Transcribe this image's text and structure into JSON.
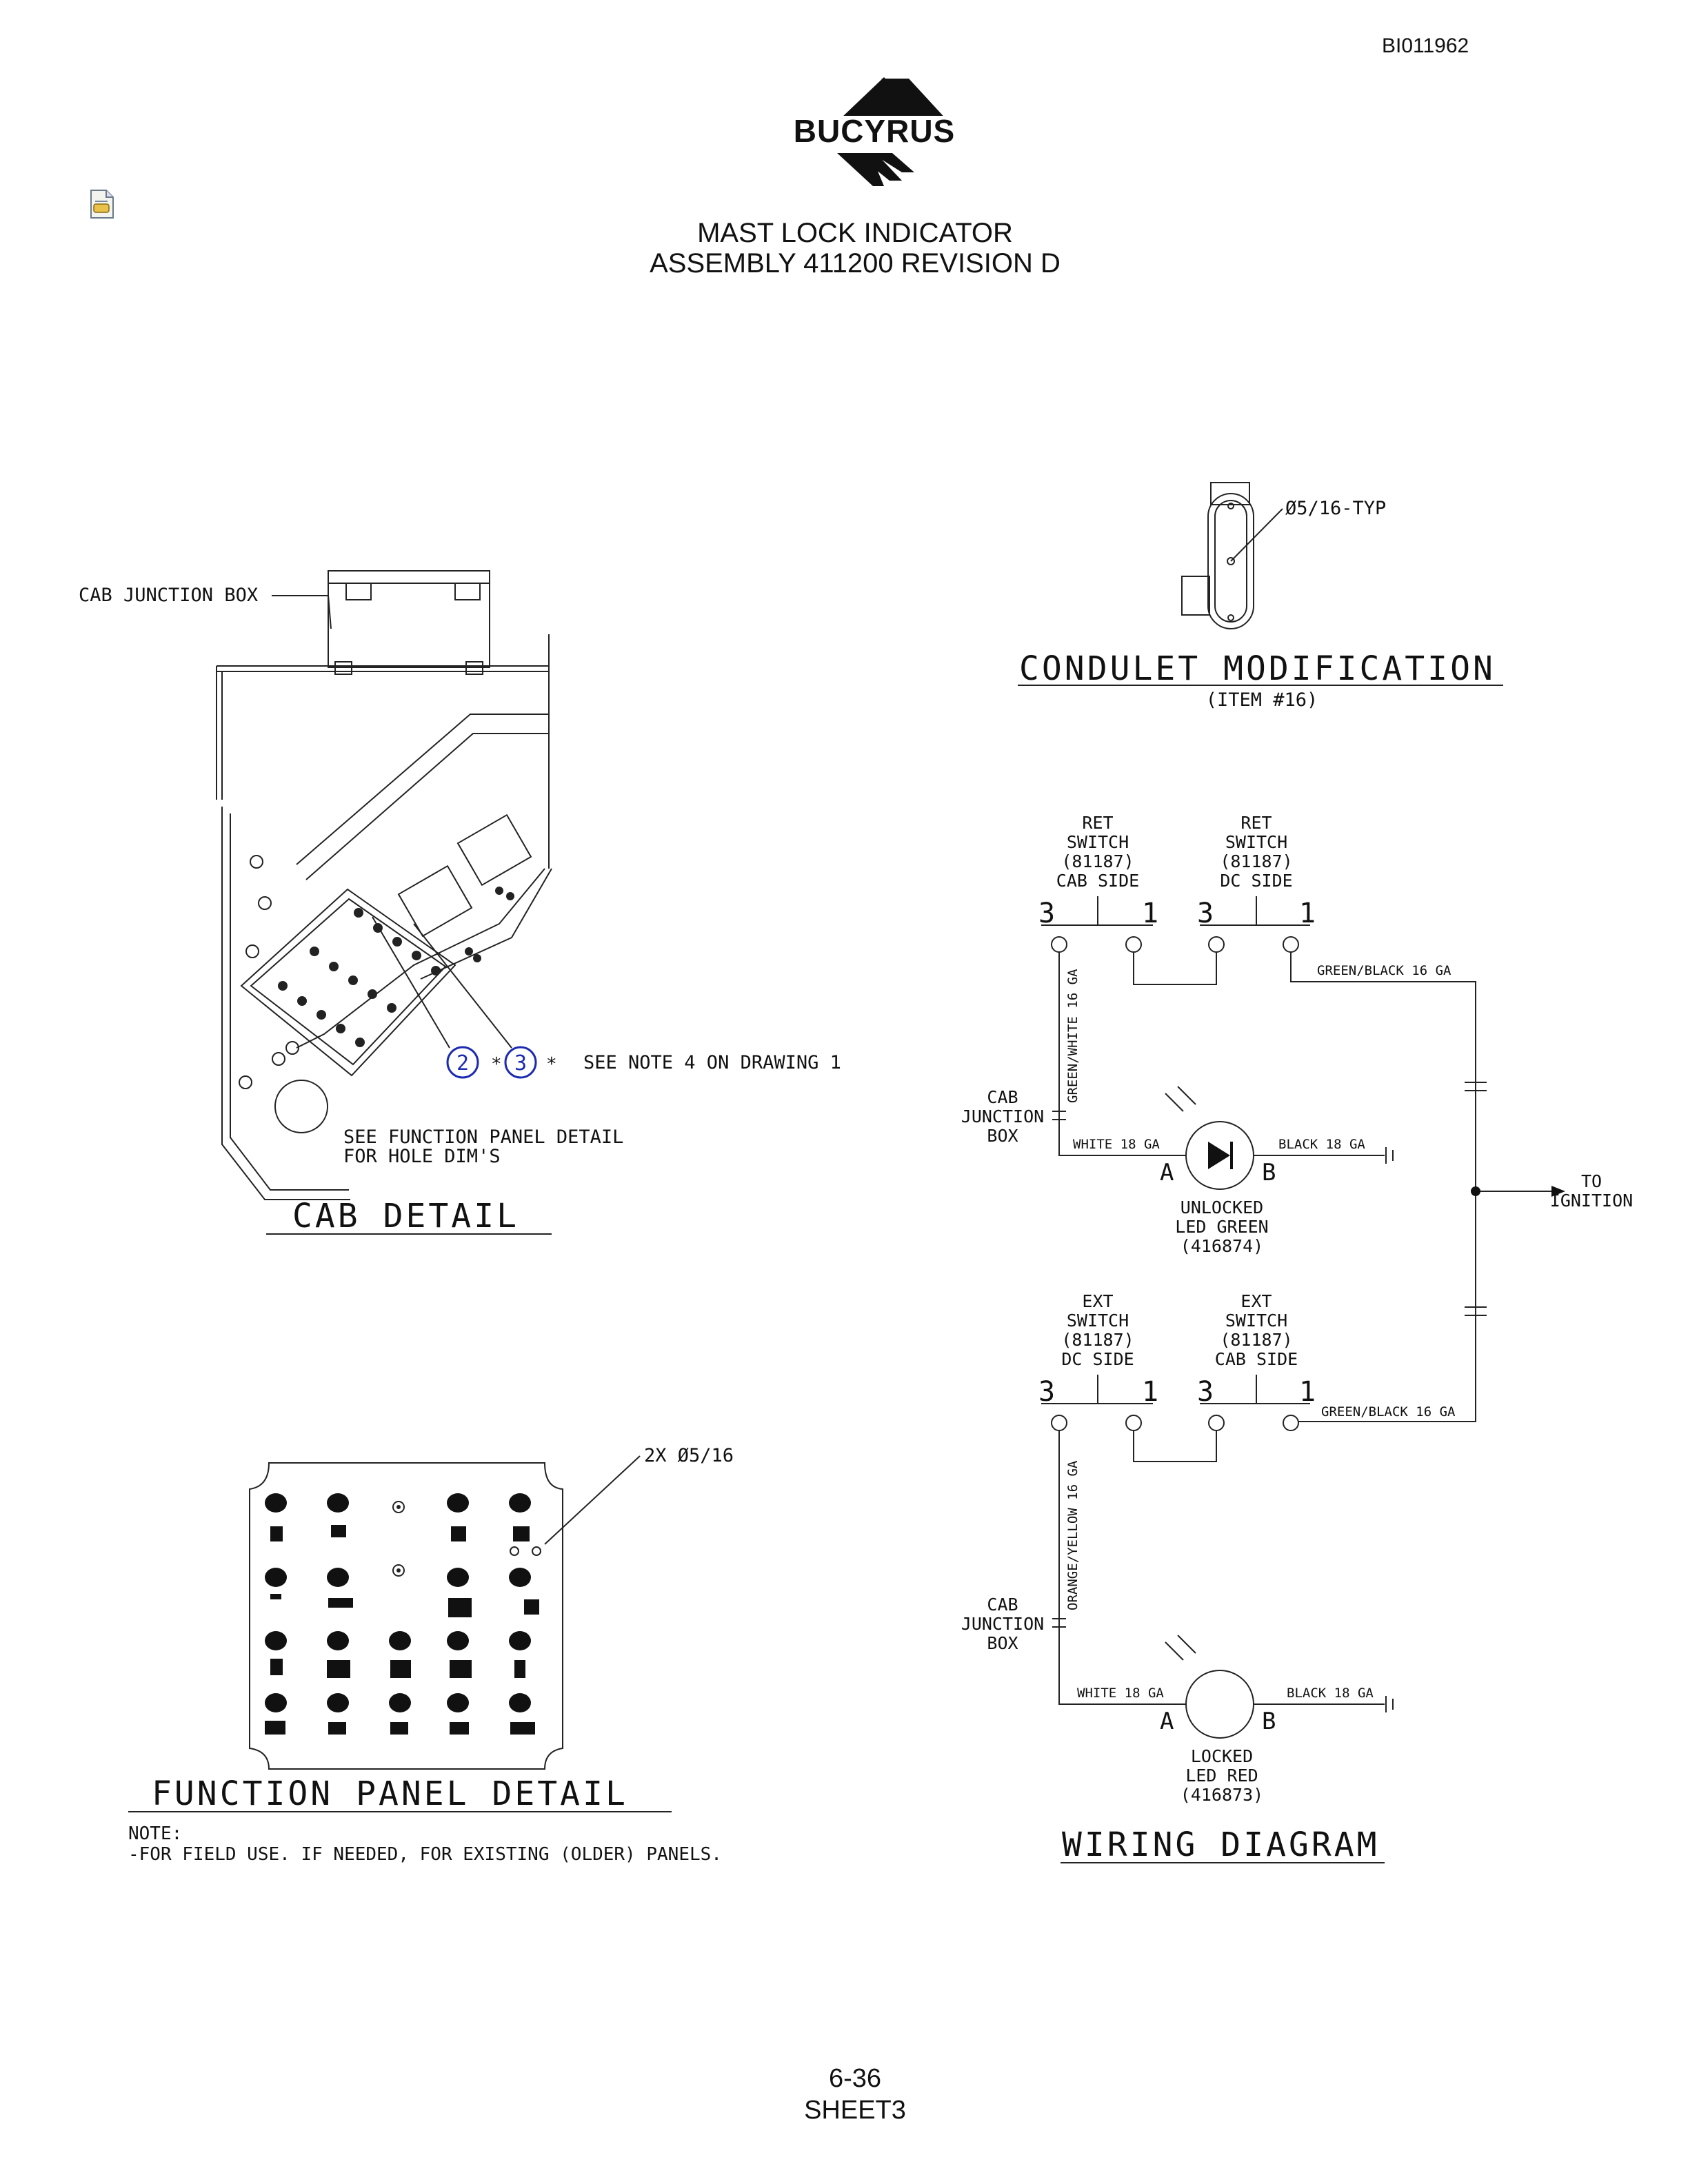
{
  "doc_id": "BI011962",
  "logo_text": "BUCYRUS",
  "title": {
    "line1": "MAST LOCK INDICATOR",
    "line2": "ASSEMBLY 411200 REVISION D"
  },
  "footer": {
    "page": "6-36",
    "sheet": "SHEET3"
  },
  "cab_detail": {
    "title": "CAB DETAIL",
    "junction_box_label": "CAB JUNCTION BOX",
    "balloon_2": "2",
    "balloon_3": "3",
    "note_ref": "SEE NOTE 4 ON DRAWING 1",
    "see_line1": "SEE FUNCTION PANEL DETAIL",
    "see_line2": "FOR HOLE DIM'S"
  },
  "condulet": {
    "title": "CONDULET MODIFICATION",
    "subtitle": "(ITEM #16)",
    "dim": "Ø5/16-TYP"
  },
  "function_panel": {
    "title": "FUNCTION PANEL DETAIL",
    "dim": "2X Ø5/16",
    "note_label": "NOTE:",
    "note_text": "-FOR FIELD USE. IF NEEDED, FOR EXISTING (OLDER) PANELS."
  },
  "wiring": {
    "title": "WIRING DIAGRAM",
    "ret_cab": [
      "RET",
      "SWITCH",
      "(81187)",
      "CAB SIDE"
    ],
    "ret_dc": [
      "RET",
      "SWITCH",
      "(81187)",
      "DC SIDE"
    ],
    "ext_dc": [
      "EXT",
      "SWITCH",
      "(81187)",
      "DC SIDE"
    ],
    "ext_cab": [
      "EXT",
      "SWITCH",
      "(81187)",
      "CAB SIDE"
    ],
    "terminal_3": "3",
    "terminal_1": "1",
    "wire_green_black": "GREEN/BLACK 16 GA",
    "wire_green_white": "GREEN/WHITE 16 GA",
    "wire_orange_yellow": "ORANGE/YELLOW 16 GA",
    "wire_white": "WHITE 18 GA",
    "wire_black": "BLACK 18 GA",
    "cab_jb": [
      "CAB",
      "JUNCTION",
      "BOX"
    ],
    "led_a": "A",
    "led_b": "B",
    "unlocked_led": [
      "UNLOCKED",
      "LED GREEN",
      "(416874)"
    ],
    "locked_led": [
      "LOCKED",
      "LED RED",
      "(416873)"
    ],
    "to_ignition": [
      "TO",
      "IGNITION"
    ]
  }
}
